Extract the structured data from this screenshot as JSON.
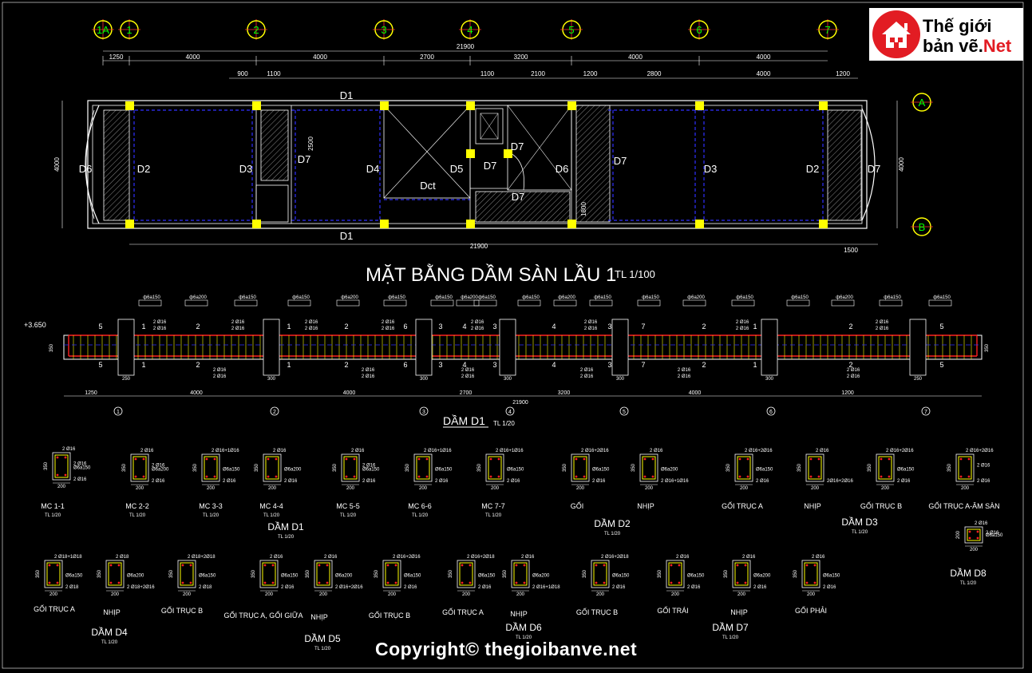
{
  "brand": {
    "line1": "Thế giới",
    "line2a": "bản vẽ.",
    "line2b": "Net",
    "icon": "house-logo-icon",
    "accent": "#e21c23"
  },
  "copyright": "Copyright© thegioibanve.net",
  "colors": {
    "bg": "#000000",
    "wall": "#ffffff",
    "column": "#ffff00",
    "dim": "#ffffff",
    "beam": "#3030ff",
    "axis": "#ff3030",
    "bubble": "#ffff00",
    "bubble_text": "#00ff00",
    "rebar": "#ff2020",
    "stirrup": "#ffff00"
  },
  "grid_axes": [
    "1A",
    "1",
    "2",
    "3",
    "4",
    "5",
    "6",
    "7"
  ],
  "row_axes": [
    "A",
    "B"
  ],
  "plan": {
    "title": "MẶT BẰNG DẦM SÀN LẦU 1",
    "scale": "TL 1/100",
    "overall_dim": "21900",
    "top_dims": [
      "1250",
      "4000",
      "4000",
      "2700",
      "3200",
      "4000",
      "4000"
    ],
    "sub_dims": [
      "900",
      "1100",
      "1100",
      "2100",
      "1200",
      "2800",
      "4000",
      "1200"
    ],
    "left_dim": "4000",
    "right_dim": "4000",
    "bottom_extra": "1500",
    "small_dims": [
      "2500",
      "1800"
    ],
    "beam_labels": [
      "D1",
      "D1",
      "D6",
      "D2",
      "D3",
      "D7",
      "D4",
      "Dct",
      "D5",
      "D7",
      "D7",
      "D7",
      "D6",
      "D7",
      "D3",
      "D2",
      "D7"
    ]
  },
  "beam_d1": {
    "title": "DẦM D1",
    "scale": "TL 1/20",
    "level": "+3.650",
    "overall": "21900",
    "dims": [
      "1250",
      "4000",
      "4000",
      "2700",
      "3200",
      "4000",
      "1200"
    ],
    "stirrup_labels": [
      "ф6a150",
      "ф6a200",
      "ф6a150",
      "ф6a150",
      "ф6a200",
      "ф6a150",
      "ф6a150",
      "ф6a200",
      "ф6a150",
      "ф6a150",
      "ф6a200",
      "ф6a150",
      "ф6a150",
      "ф6a200",
      "ф6a150",
      "ф6a150",
      "ф6a200",
      "ф6a150",
      "ф6a150"
    ],
    "bar_labels": [
      "2 Ø16",
      "1 Ø16",
      "2 Ø16"
    ],
    "support_w": [
      "250",
      "300",
      "300",
      "300",
      "300",
      "300",
      "250"
    ],
    "section_marks": [
      "5",
      "1",
      "2",
      "1",
      "2",
      "6",
      "3",
      "4",
      "3",
      "4",
      "3",
      "7",
      "2",
      "1",
      "2",
      "5"
    ],
    "side_h": "350",
    "axis_marks": [
      "1",
      "2",
      "3",
      "4",
      "5",
      "6",
      "7"
    ]
  },
  "sections": [
    {
      "label": "MC 1-1",
      "scale": "TL 1/20",
      "top": "2 Ø16",
      "mid": "2 Ø16",
      "stir": "Ø6a150",
      "bot": "2 Ø16",
      "w": "200",
      "h": "350"
    },
    {
      "label": "MC 2-2",
      "scale": "TL 1/20",
      "top": "2 Ø16",
      "mid": "2 Ø16",
      "stir": "Ø6a200",
      "bot": "2 Ø16",
      "w": "200",
      "h": "350"
    },
    {
      "label": "MC 3-3",
      "scale": "TL 1/20",
      "top": "2 Ø16+1Ø16",
      "mid": "",
      "stir": "Ø6a150",
      "bot": "2 Ø16",
      "w": "200",
      "h": "350"
    },
    {
      "label": "MC 4-4",
      "scale": "TL 1/20",
      "top": "2 Ø16",
      "mid": "",
      "stir": "Ø6a200",
      "bot": "2 Ø16",
      "w": "200",
      "h": "350"
    },
    {
      "label": "MC 5-5",
      "scale": "TL 1/20",
      "top": "2 Ø16",
      "mid": "2 Ø16",
      "stir": "Ø6a150",
      "bot": "2 Ø16",
      "w": "200",
      "h": "350"
    },
    {
      "label": "MC 6-6",
      "scale": "TL 1/20",
      "top": "2 Ø16+1Ø16",
      "mid": "",
      "stir": "Ø6a150",
      "bot": "2 Ø16",
      "w": "200",
      "h": "350"
    },
    {
      "label": "MC 7-7",
      "scale": "TL 1/20",
      "top": "2 Ø16+1Ø16",
      "mid": "",
      "stir": "Ø6a150",
      "bot": "2 Ø16",
      "w": "200",
      "h": "350"
    },
    {
      "label": "GỐI",
      "scale": "",
      "top": "2 Ø16+2Ø16",
      "mid": "",
      "stir": "Ø6a150",
      "bot": "2 Ø16",
      "w": "200",
      "h": "350"
    },
    {
      "label": "NHỊP",
      "scale": "",
      "top": "2 Ø16",
      "mid": "",
      "stir": "Ø6a200",
      "bot": "2 Ø16+1Ø16",
      "w": "200",
      "h": "350"
    },
    {
      "label": "GỐI TRỤC A",
      "scale": "",
      "top": "2 Ø16+2Ø16",
      "mid": "",
      "stir": "Ø6a150",
      "bot": "2 Ø16",
      "w": "200",
      "h": "350"
    },
    {
      "label": "NHỊP",
      "scale": "",
      "top": "2 Ø16",
      "mid": "",
      "stir": "",
      "bot": "2Ø16+2Ø16",
      "w": "200",
      "h": "350"
    },
    {
      "label": "GỐI TRỤC B",
      "scale": "",
      "top": "2 Ø16+2Ø16",
      "mid": "",
      "stir": "Ø6a150",
      "bot": "2 Ø16",
      "w": "200",
      "h": "350"
    },
    {
      "label": "GỐI TRỤC A-ÂM SÀN",
      "scale": "",
      "top": "2 Ø16+2Ø16",
      "mid": "2 Ø16",
      "stir": "",
      "bot": "2 Ø16",
      "w": "200",
      "h": "350"
    },
    {
      "label": "",
      "scale": "",
      "top": "2 Ø16",
      "mid": "2 Ø16",
      "stir": "Ø6a150",
      "bot": "",
      "w": "200",
      "h": "200"
    },
    {
      "label": "GỐI TRỤC A",
      "scale": "",
      "top": "2 Ø18+1Ø18",
      "mid": "",
      "stir": "Ø6a150",
      "bot": "2 Ø18",
      "w": "200",
      "h": "350"
    },
    {
      "label": "NHỊP",
      "scale": "",
      "top": "2 Ø18",
      "mid": "",
      "stir": "Ø6a200",
      "bot": "2 Ø18+2Ø16",
      "w": "200",
      "h": "350"
    },
    {
      "label": "GỐI TRỤC B",
      "scale": "",
      "top": "2 Ø18+2Ø18",
      "mid": "",
      "stir": "Ø6a150",
      "bot": "2 Ø18",
      "w": "200",
      "h": "350"
    },
    {
      "label": "GỐI TRỤC A, GỐI GIỮA",
      "scale": "",
      "top": "2 Ø16",
      "mid": "",
      "stir": "Ø6a150",
      "bot": "2 Ø16",
      "w": "200",
      "h": "350"
    },
    {
      "label": "NHỊP",
      "scale": "",
      "top": "2 Ø16",
      "mid": "",
      "stir": "Ø6a200",
      "bot": "2 Ø16+2Ø16",
      "w": "200",
      "h": "350"
    },
    {
      "label": "GỐI TRỤC B",
      "scale": "",
      "top": "2 Ø16+2Ø16",
      "mid": "",
      "stir": "Ø6a150",
      "bot": "2 Ø16",
      "w": "200",
      "h": "350"
    },
    {
      "label": "GỐI TRỤC A",
      "scale": "",
      "top": "2 Ø16+2Ø18",
      "mid": "",
      "stir": "Ø6a150",
      "bot": "2 Ø16",
      "w": "200",
      "h": "350"
    },
    {
      "label": "NHỊP",
      "scale": "",
      "top": "2 Ø16",
      "mid": "",
      "stir": "Ø6a200",
      "bot": "2 Ø16+1Ø18",
      "w": "200",
      "h": "350"
    },
    {
      "label": "GỐI TRỤC B",
      "scale": "",
      "top": "2 Ø16+2Ø18",
      "mid": "",
      "stir": "Ø6a150",
      "bot": "2 Ø16",
      "w": "200",
      "h": "350"
    },
    {
      "label": "GỐI TRÁI",
      "scale": "",
      "top": "2 Ø16",
      "mid": "",
      "stir": "Ø6a150",
      "bot": "2 Ø16",
      "w": "200",
      "h": "350"
    },
    {
      "label": "NHỊP",
      "scale": "",
      "top": "2 Ø16",
      "mid": "",
      "stir": "Ø6a200",
      "bot": "2 Ø16",
      "w": "200",
      "h": "350"
    },
    {
      "label": "GỐI PHẢI",
      "scale": "",
      "top": "2 Ø16",
      "mid": "",
      "stir": "Ø6a150",
      "bot": "2 Ø16",
      "w": "200",
      "h": "350"
    }
  ],
  "group_titles": [
    {
      "title": "DẦM D1",
      "scale": "TL 1/20"
    },
    {
      "title": "DẦM D2",
      "scale": "TL 1/20"
    },
    {
      "title": "DẦM D3",
      "scale": "TL 1/20"
    },
    {
      "title": "DẦM D8",
      "scale": "TL 1/20"
    },
    {
      "title": "DẦM D4",
      "scale": "TL 1/20"
    },
    {
      "title": "DẦM D5",
      "scale": "TL 1/20"
    },
    {
      "title": "DẦM D6",
      "scale": "TL 1/20"
    },
    {
      "title": "DẦM D7",
      "scale": "TL 1/20"
    }
  ]
}
